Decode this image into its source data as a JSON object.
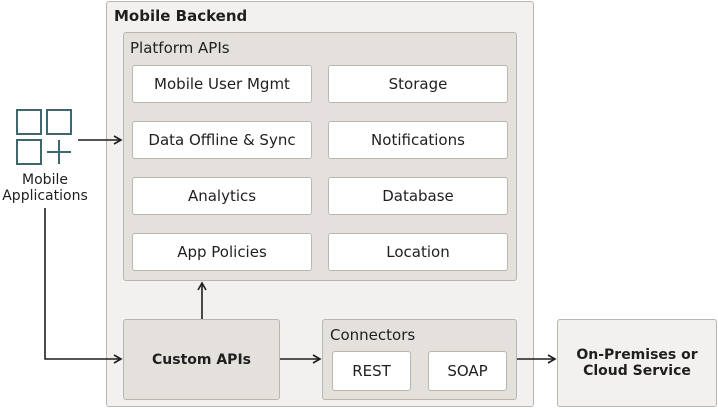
{
  "mobile_apps": {
    "icon": "app-grid-icon",
    "label_line1": "Mobile",
    "label_line2": "Applications"
  },
  "backend": {
    "title": "Mobile Backend",
    "platform": {
      "title": "Platform APIs",
      "items": [
        "Mobile User Mgmt",
        "Storage",
        "Data Offline & Sync",
        "Notifications",
        "Analytics",
        "Database",
        "App Policies",
        "Location"
      ]
    },
    "custom_apis": "Custom APIs",
    "connectors": {
      "title": "Connectors",
      "items": [
        "REST",
        "SOAP"
      ]
    }
  },
  "external": {
    "line1": "On-Premises or",
    "line2": "Cloud Service"
  },
  "colors": {
    "outer_fill": "#f2f1ef",
    "inner_fill": "#e4e1dc",
    "border": "#b9b6b0",
    "icon": "#3d6870"
  }
}
